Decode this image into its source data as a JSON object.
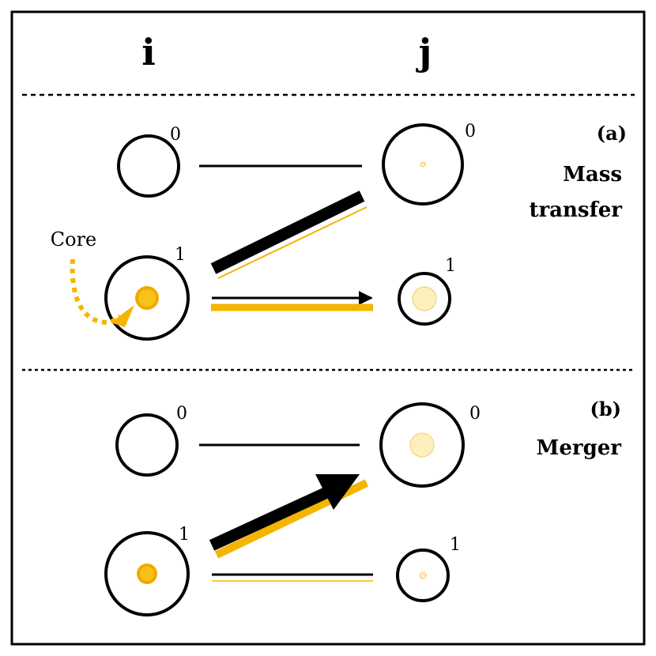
{
  "columns": {
    "left": "i",
    "right": "j"
  },
  "panel_a": {
    "label": "(a)",
    "title_line1": "Mass",
    "title_line2": "transfer",
    "core_label": "Core",
    "level_top": "0",
    "level_bottom": "1",
    "right_level_top": "0",
    "right_level_bottom": "1"
  },
  "panel_b": {
    "label": "(b)",
    "title": "Merger",
    "level_top": "0",
    "level_bottom": "1",
    "right_level_top": "0",
    "right_level_bottom": "1"
  },
  "colors": {
    "ink": "#000000",
    "core_fill": "#f7c21b",
    "core_stroke": "#f2a900",
    "core_pale": "#fdf0bd",
    "transfer_line": "#f5b400"
  }
}
